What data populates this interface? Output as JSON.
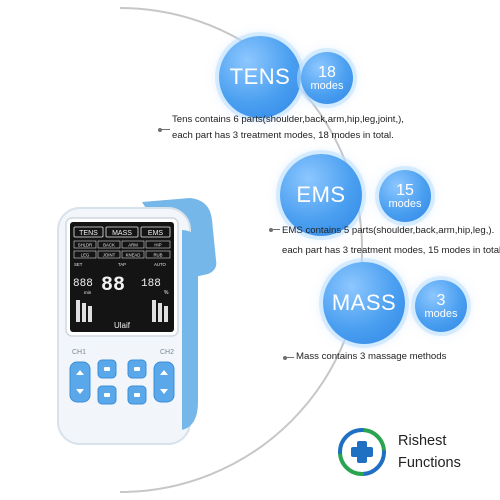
{
  "tens": {
    "badge": "TENS",
    "count": "18",
    "modes_label": "modes",
    "line1": "Tens contains 6 parts(shoulder,back,arm,hip,leg,joint,),",
    "line2": "each part has 3 treatment modes, 18 modes in total."
  },
  "ems": {
    "badge": "EMS",
    "count": "15",
    "modes_label": "modes",
    "line1": "EMS contains 5 parts(shoulder,back,arm,hip,leg,).",
    "line2": "each part has 3 treatment modes, 15 modes in total."
  },
  "mass": {
    "badge": "MASS",
    "count": "3",
    "modes_label": "modes",
    "line1": "Mass contains 3 massage methods"
  },
  "footer": {
    "line1": "Rishest",
    "line2": "Functions"
  },
  "device": {
    "brand": "Ulaif",
    "ch1": "CH1",
    "ch2": "CH2",
    "screen_tabs": [
      "TENS",
      "MASS",
      "EMS"
    ],
    "screen_row1": [
      "SHLDR",
      "BACK",
      "ARM",
      "HIP"
    ],
    "screen_row2": [
      "LEG",
      "JOINT",
      "KNEAD",
      "RUB"
    ],
    "screen_row3": [
      "SET",
      "TAP",
      "AUTO"
    ],
    "screen_digits_left": "888",
    "screen_digits_mid": "88",
    "screen_digits_right": "188",
    "screen_unit_min": "min",
    "screen_unit_percent": "%"
  },
  "colors": {
    "accent": "#4a9ff0",
    "accent_dark": "#2f86e6",
    "arc": "#c7c7c7",
    "device_trim": "#74b7e8",
    "logo_green": "#2aa44f",
    "logo_blue": "#1f6fc2"
  }
}
